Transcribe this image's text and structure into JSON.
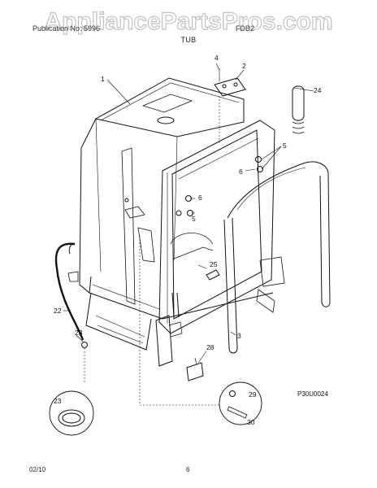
{
  "header": {
    "watermark": "AppliancePartsPros.com",
    "left_text": "Publication No: 5996",
    "right_text": "FDB2",
    "section_title": "TUB"
  },
  "diagram": {
    "callouts": {
      "c1": "1",
      "c2": "2",
      "c3": "3",
      "c4": "4",
      "c5a": "5",
      "c5b": "5",
      "c6a": "6",
      "c6b": "6",
      "c22": "22",
      "c23a": "23",
      "c23b": "23",
      "c24": "24",
      "c25": "25",
      "c28": "28",
      "c29": "29",
      "c30": "30"
    },
    "part_number": "P30U0024"
  },
  "footer": {
    "date": "02/10",
    "page": "6"
  }
}
